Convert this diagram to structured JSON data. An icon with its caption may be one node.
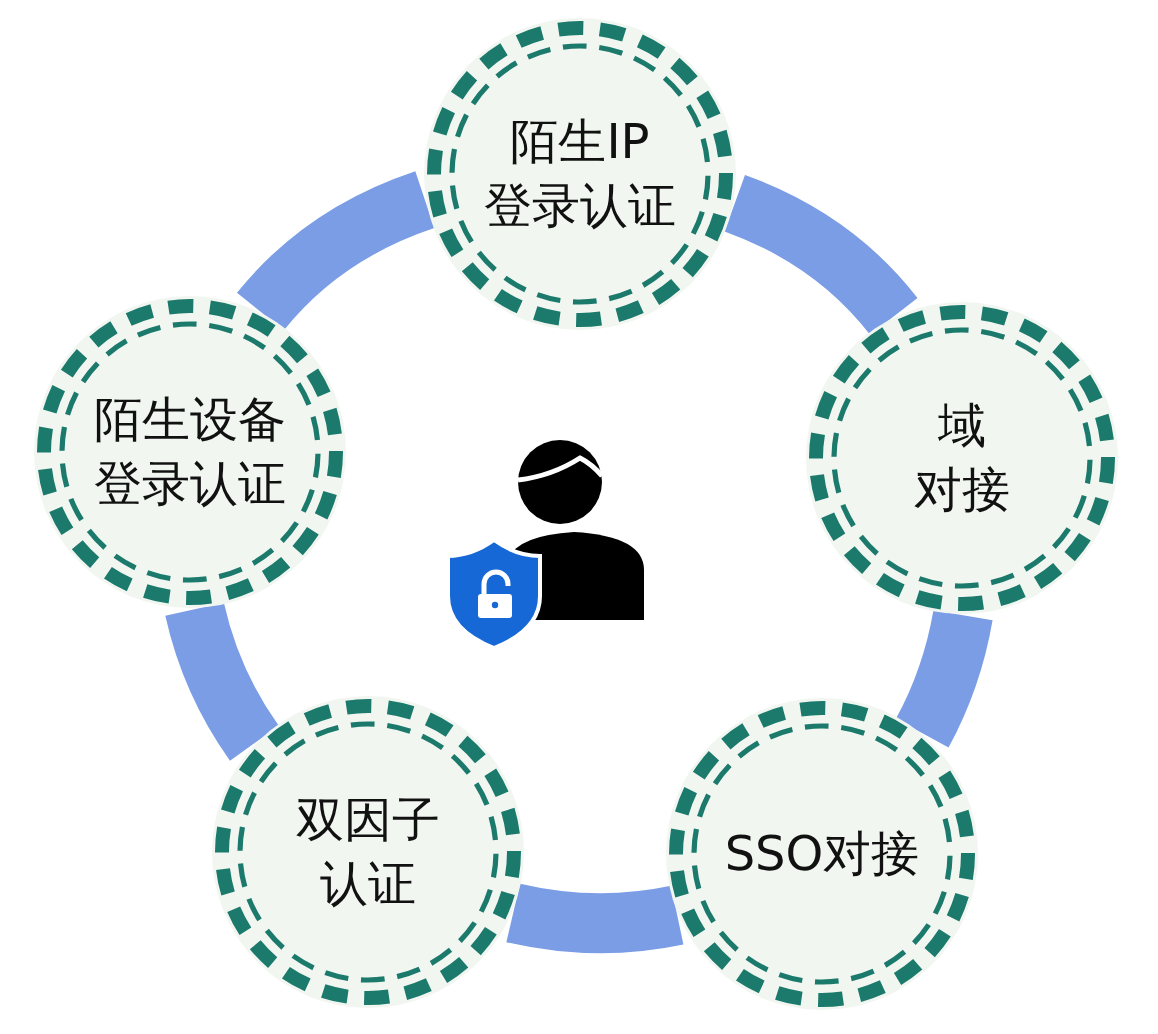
{
  "diagram": {
    "nodes": [
      {
        "text": [
          "陌生IP登录认证"
        ]
      },
      {
        "text": [
          "陌生设备登录认证"
        ]
      },
      {
        "text": [
          "域对接"
        ]
      },
      {
        "text": [
          "双因子认证"
        ]
      },
      {
        "text": [
          "SSO对接"
        ]
      }
    ],
    "edges": [
      {
        "from": 0,
        "to": 2,
        "arrow": "none"
      },
      {
        "from": 2,
        "to": 4,
        "arrow": "none"
      },
      {
        "from": 4,
        "to": 3,
        "arrow": "none"
      },
      {
        "from": 3,
        "to": 1,
        "arrow": "none"
      },
      {
        "from": 1,
        "to": 0,
        "arrow": "none"
      }
    ]
  }
}
